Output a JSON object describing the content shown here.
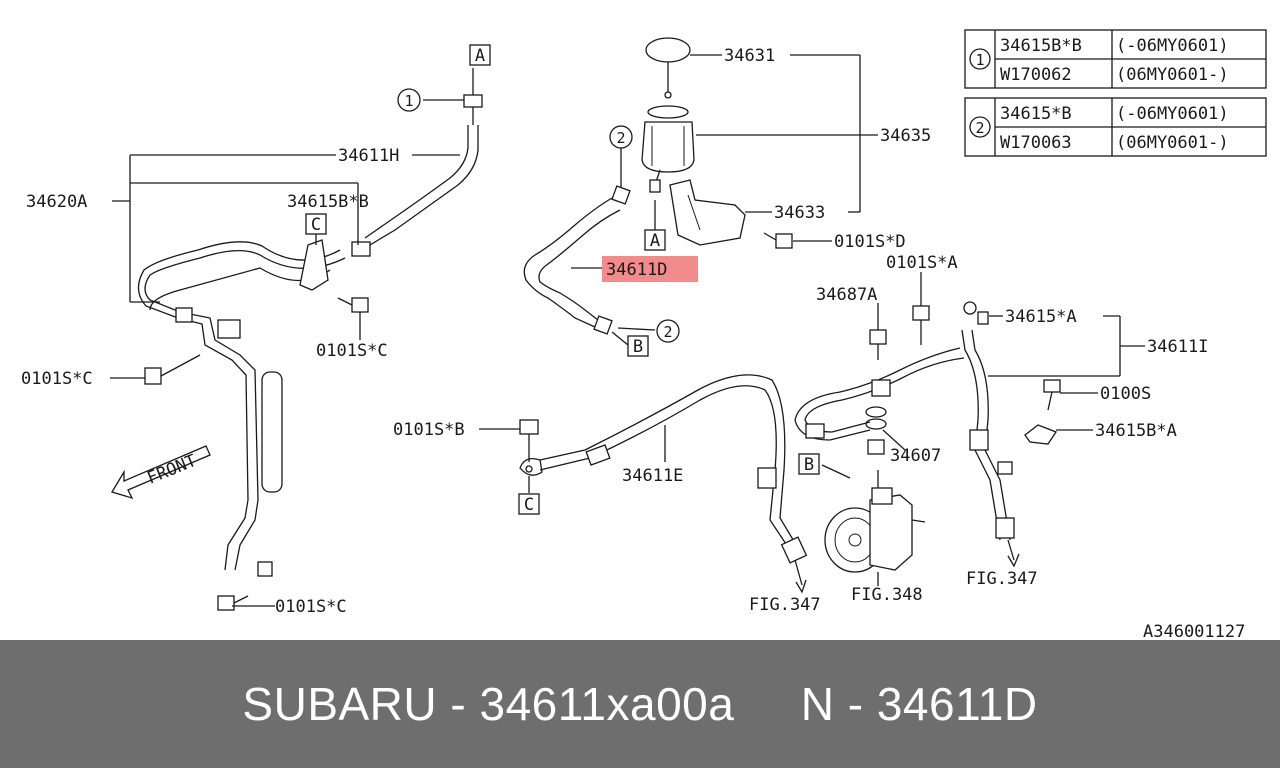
{
  "diagram": {
    "drawing_code": "A346001127",
    "labels": {
      "l_34631": "34631",
      "l_34635": "34635",
      "l_34633": "34633",
      "l_0101s_d": "0101S*D",
      "l_0101s_a": "0101S*A",
      "l_34687a": "34687A",
      "l_34615a": "34615*A",
      "l_34611i": "34611I",
      "l_0100s": "0100S",
      "l_34615b_a": "34615B*A",
      "l_34607": "34607",
      "l_fig347_right": "FIG.347",
      "l_fig348": "FIG.348",
      "l_fig347_mid": "FIG.347",
      "l_34611e": "34611E",
      "l_0101s_b": "0101S*B",
      "l_34611h": "34611H",
      "l_34620a": "34620A",
      "l_34615b_b": "34615B*B",
      "l_0101s_c_mid": "0101S*C",
      "l_0101s_c_left": "0101S*C",
      "l_0101s_c_bottom": "0101S*C",
      "l_front": "FRONT",
      "l_34611d": "34611D"
    },
    "callouts": {
      "c_a_top": "A",
      "c_c_left": "C",
      "c_a_mid": "A",
      "c_b_mid": "B",
      "c_b_pump": "B",
      "c_c_bottom": "C",
      "n1": "1",
      "n2_top": "2",
      "n2_mid": "2"
    },
    "reference_table": [
      {
        "ref": "1",
        "rows": [
          {
            "part": "34615B*B",
            "range": "(-06MY0601)"
          },
          {
            "part": "W170062",
            "range": "(06MY0601-)"
          }
        ]
      },
      {
        "ref": "2",
        "rows": [
          {
            "part": "34615*B",
            "range": "(-06MY0601)"
          },
          {
            "part": "W170063",
            "range": "(06MY0601-)"
          }
        ]
      }
    ],
    "highlight_color": "#f28b8b"
  },
  "footer": {
    "text": "SUBARU - 34611xa00a     N - 34611D",
    "background": "#6e6e6e"
  }
}
